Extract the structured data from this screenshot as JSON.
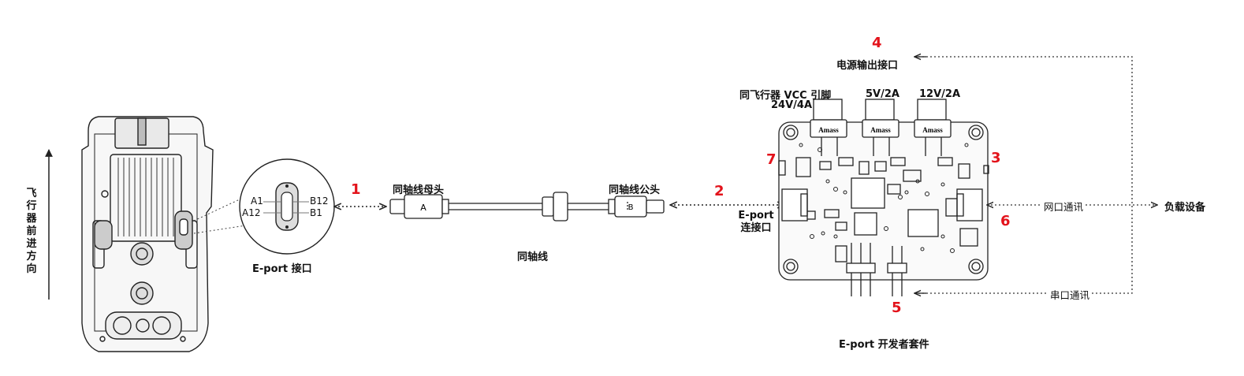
{
  "drone": {
    "direction_label": "飞行器前进方向"
  },
  "eport_port": {
    "caption": "E-port 接口",
    "pins": {
      "a1": "A1",
      "a12": "A12",
      "b12": "B12",
      "b1": "B1"
    }
  },
  "cable": {
    "female_label": "同轴线母头",
    "male_label": "同轴线公头",
    "cable_label": "同轴线",
    "female_mark": "A",
    "male_mark": "B"
  },
  "board": {
    "title": "E-port 开发者套件",
    "eport_connect_label": "E-port连接口",
    "power_output_label": "电源输出接口",
    "vcc_label": "同飞行器 VCC 引脚",
    "vcc_rating": "24V/4A",
    "rating_5v": "5V/2A",
    "rating_12v": "12V/2A",
    "connector_brand": "Amass"
  },
  "links": {
    "network_label": "网口通讯",
    "serial_label": "串口通讯",
    "payload_label": "负载设备"
  },
  "callouts": [
    "1",
    "2",
    "3",
    "4",
    "5",
    "6",
    "7"
  ],
  "colors": {
    "callout": "#e3131b",
    "line": "#222222",
    "dotted": "#333333"
  }
}
